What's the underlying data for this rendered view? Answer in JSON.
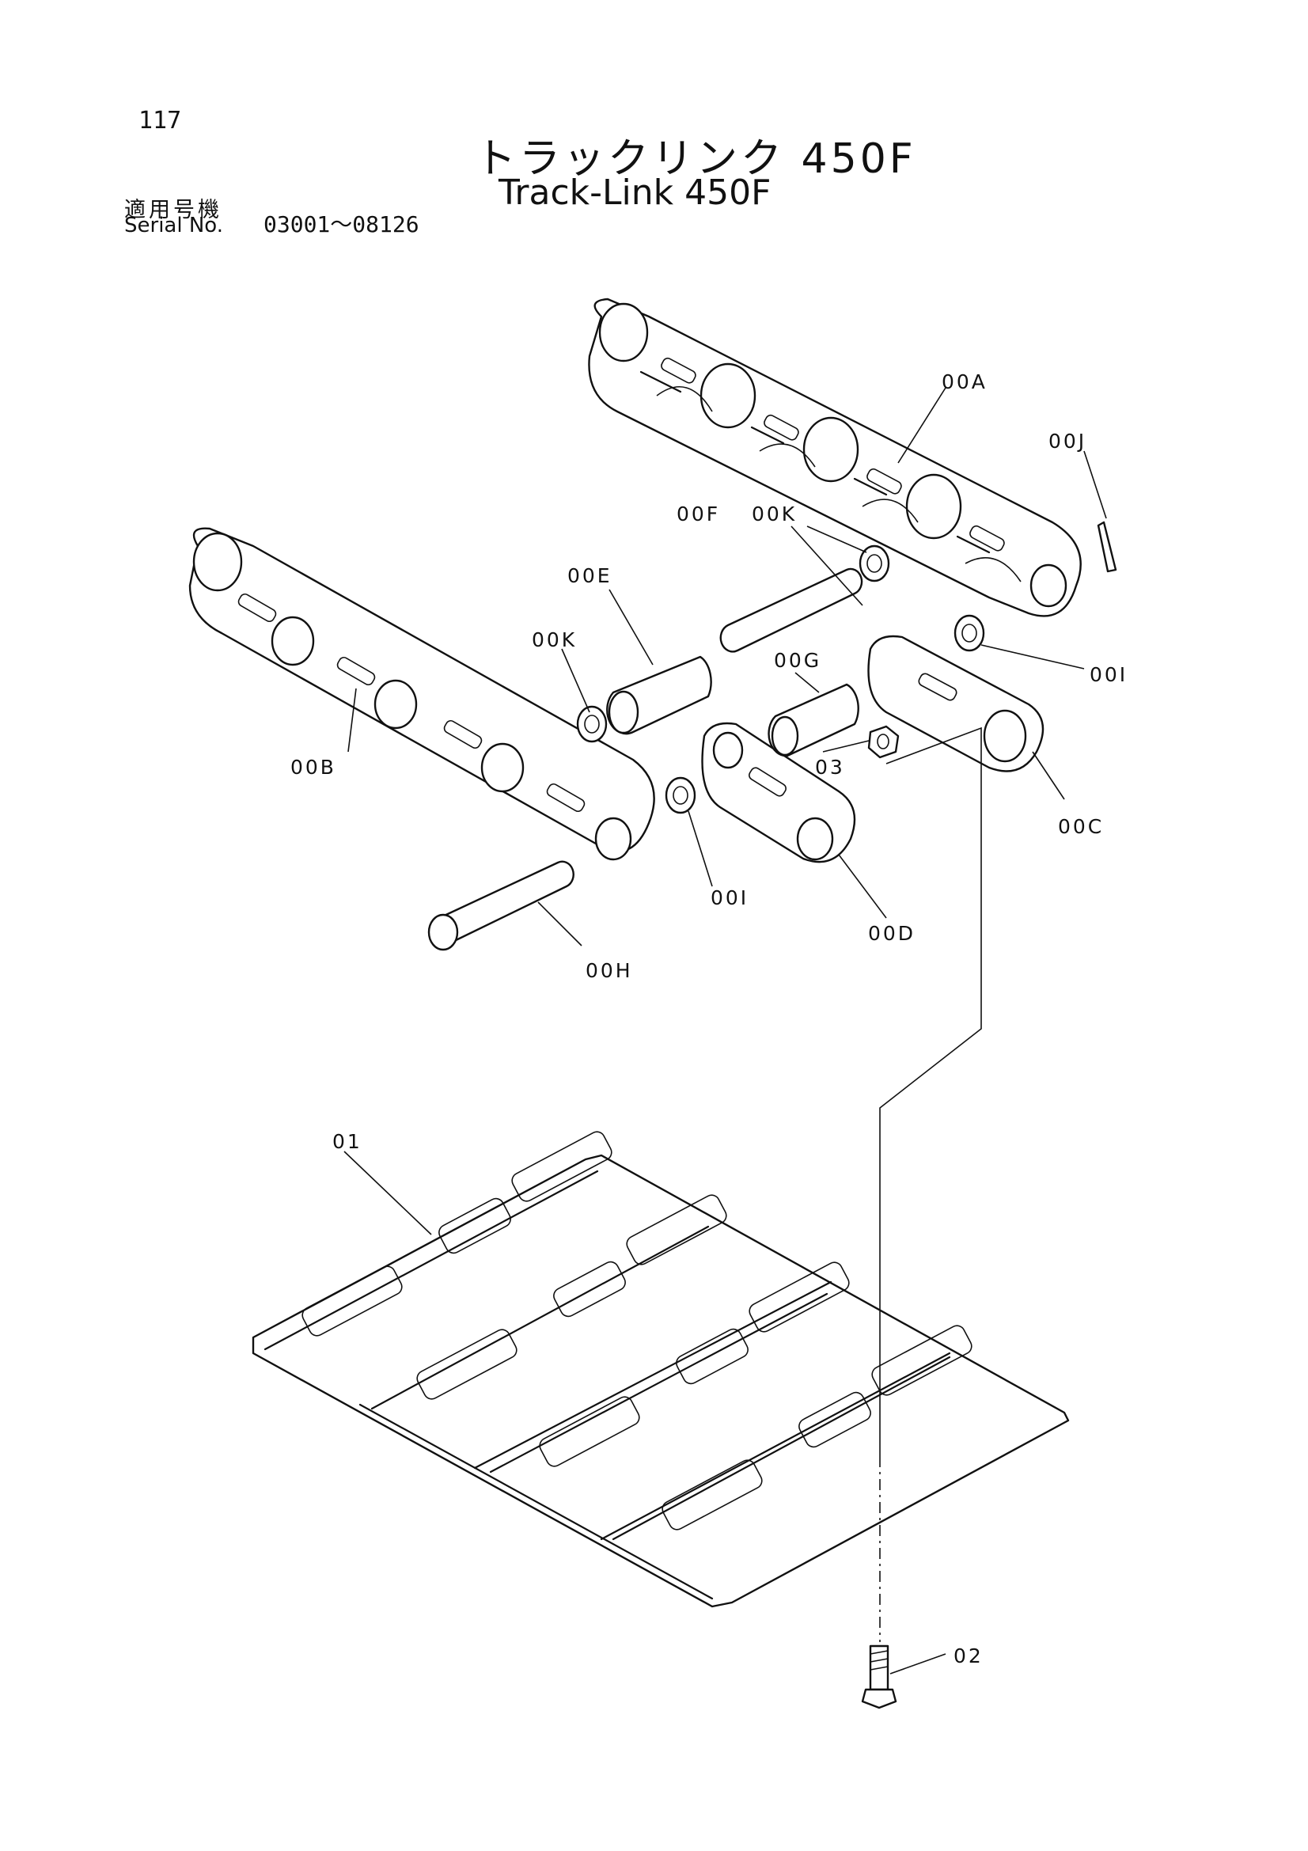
{
  "page": {
    "number": "117",
    "title_ja": "トラックリンク 450F",
    "title_en": "Track-Link 450F",
    "serial_label_ja": "適用号機",
    "serial_label_en": "Serial No.",
    "serial_range": "03001～08126"
  },
  "parts": [
    {
      "id": "00A",
      "label": "00A"
    },
    {
      "id": "00B",
      "label": "00B"
    },
    {
      "id": "00C",
      "label": "00C"
    },
    {
      "id": "00D",
      "label": "00D"
    },
    {
      "id": "00E",
      "label": "00E"
    },
    {
      "id": "00F",
      "label": "00F"
    },
    {
      "id": "00G",
      "label": "00G"
    },
    {
      "id": "00H",
      "label": "00H"
    },
    {
      "id": "00I-right",
      "label": "00I"
    },
    {
      "id": "00I-lower",
      "label": "00I"
    },
    {
      "id": "00J",
      "label": "00J"
    },
    {
      "id": "00K-left",
      "label": "00K"
    },
    {
      "id": "00K-right",
      "label": "00K"
    },
    {
      "id": "01",
      "label": "01"
    },
    {
      "id": "02",
      "label": "02"
    },
    {
      "id": "03",
      "label": "03"
    }
  ]
}
